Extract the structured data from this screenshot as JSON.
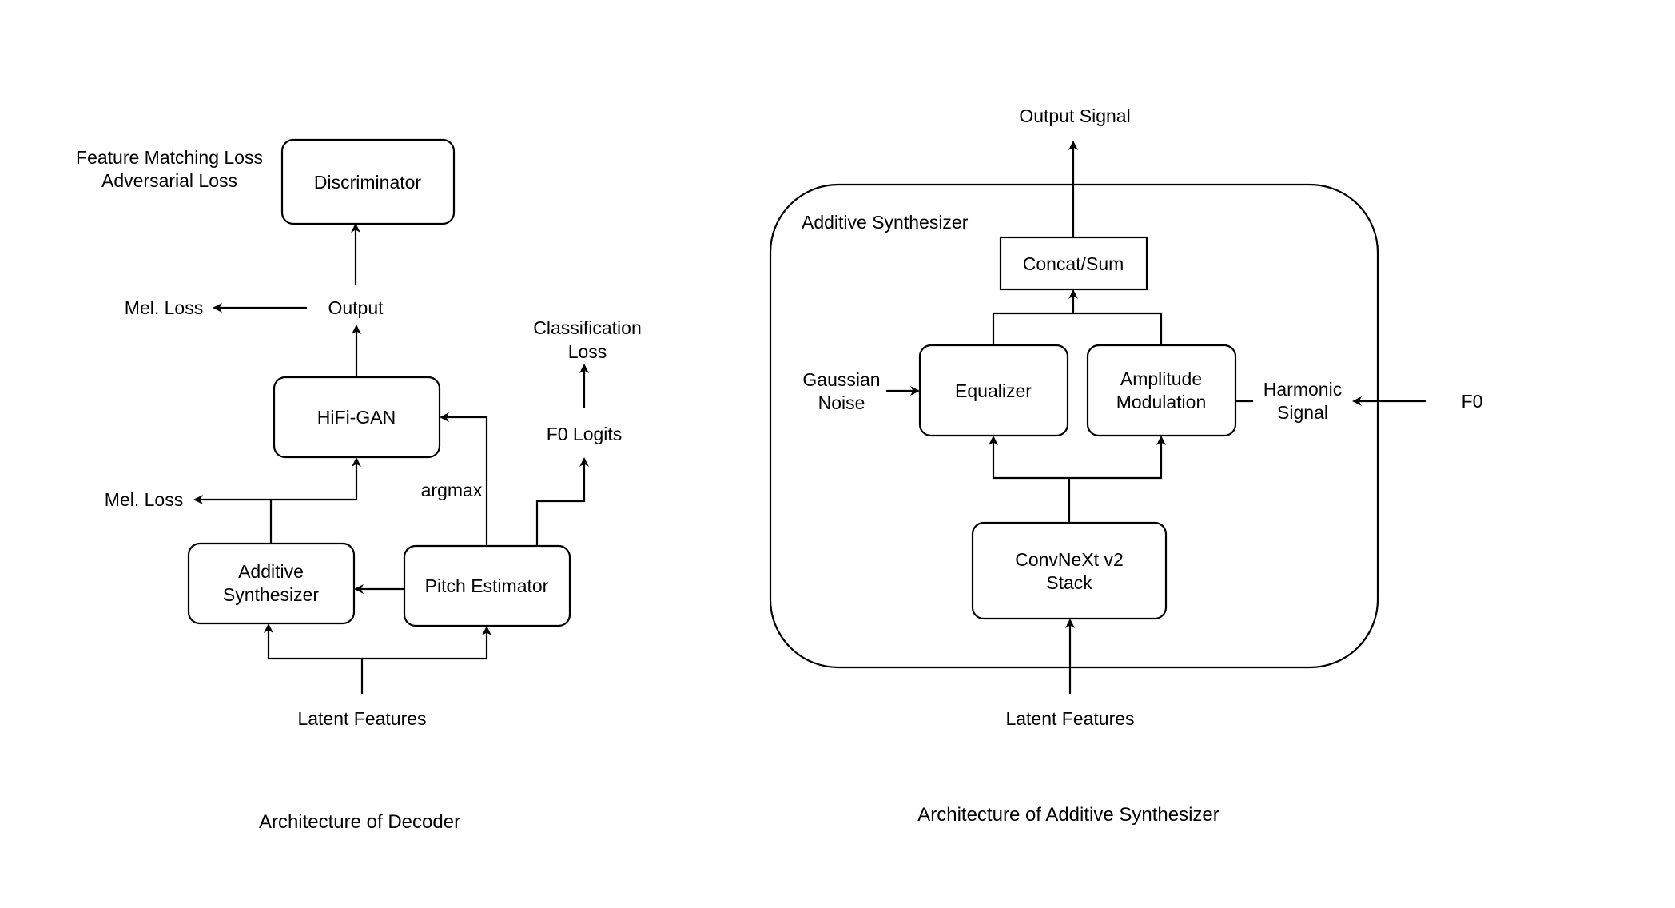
{
  "decoder": {
    "caption": "Architecture of Decoder",
    "discriminator": "Discriminator",
    "losses_top": [
      "Feature Matching Loss",
      "Adversarial Loss"
    ],
    "output": "Output",
    "mel_loss_top": "Mel. Loss",
    "hifigan": "HiFi-GAN",
    "classification_loss": [
      "Classification",
      "Loss"
    ],
    "f0_logits": "F0 Logits",
    "argmax": "argmax",
    "mel_loss_bottom": "Mel. Loss",
    "additive_synth": [
      "Additive",
      "Synthesizer"
    ],
    "pitch_estimator": "Pitch Estimator",
    "latent_features": "Latent Features"
  },
  "synth": {
    "caption": "Architecture of Additive Synthesizer",
    "output_signal": "Output Signal",
    "container_title": "Additive Synthesizer",
    "concat": "Concat/Sum",
    "gaussian_noise": [
      "Gaussian",
      "Noise"
    ],
    "equalizer": "Equalizer",
    "amplitude_mod": [
      "Amplitude",
      "Modulation"
    ],
    "harmonic_signal": [
      "Harmonic",
      "Signal"
    ],
    "f0": "F0",
    "convnext": [
      "ConvNeXt v2",
      "Stack"
    ],
    "latent_features": "Latent Features"
  }
}
